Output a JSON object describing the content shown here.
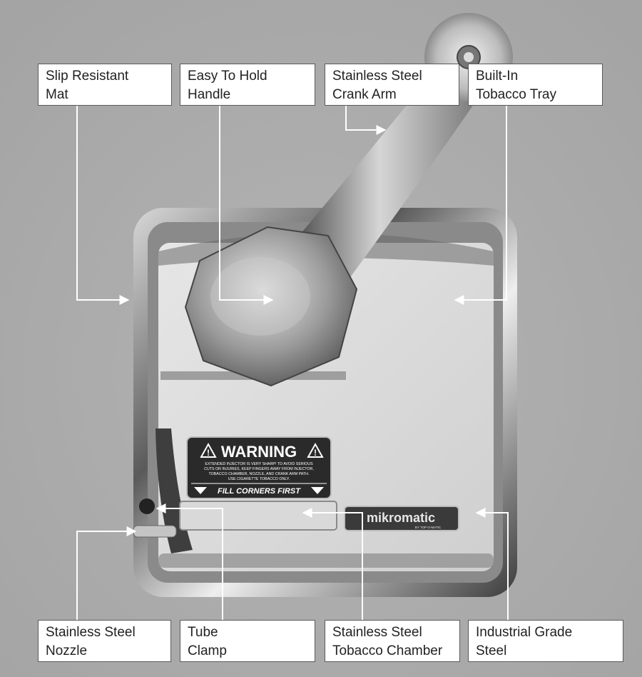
{
  "callouts": {
    "slip_mat": "Slip Resistant\nMat",
    "handle": "Easy To Hold\nHandle",
    "crank_arm": "Stainless Steel\nCrank Arm",
    "tray": "Built-In\nTobacco Tray",
    "nozzle": "Stainless Steel\nNozzle",
    "clamp": "Tube\nClamp",
    "chamber": "Stainless Steel\nTobacco Chamber",
    "steel": "Industrial Grade\nSteel"
  },
  "warning_plate": {
    "title": "WARNING",
    "line1": "EXTENDED INJECTOR IS VERY SHARP! TO AVOID SERIOUS",
    "line2": "CUTS OR INJURIES, KEEP FINGERS AWAY FROM INJECTOR,",
    "line3": "TOBACCO CHAMBER, NOZZLE, AND CRANK ARM PATH.",
    "line4": "USE CIGARETTE TOBACCO ONLY.",
    "footer": "FILL CORNERS FIRST"
  },
  "brand": {
    "logo": "mikromatic",
    "tagline": "BY TOP-O-MATIC"
  }
}
